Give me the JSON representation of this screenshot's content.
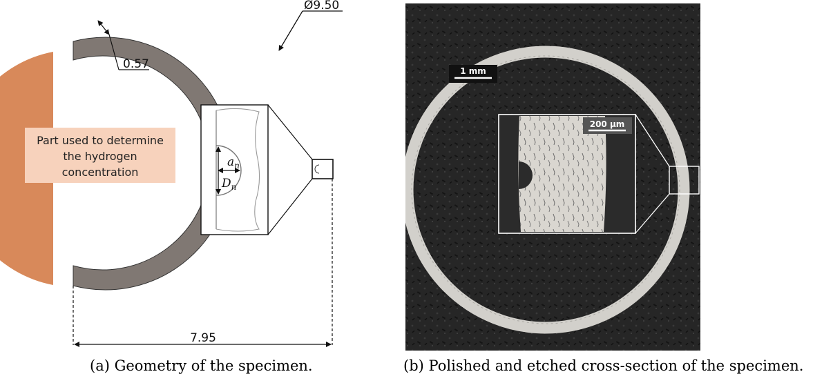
{
  "panel_a": {
    "dim_outer_diameter": "Ø9.50",
    "dim_wall_thickness": "0.57",
    "dim_width": "7.95",
    "part_label_lines": [
      "Part used to determine",
      "the hydrogen",
      "concentration"
    ],
    "notch_depth_symbol": "a",
    "notch_depth_sub": "n",
    "notch_width_symbol": "D",
    "notch_width_sub": "n",
    "caption": "(a) Geometry of the specimen.",
    "colors": {
      "ring": "#807873",
      "hydrogen_part": "#d8895a",
      "label_box": "#f7d2bc"
    }
  },
  "panel_b": {
    "scale_bar_main": "1 mm",
    "scale_bar_inset": "200 µm",
    "caption": "(b) Polished and etched cross-section of the specimen.",
    "colors": {
      "background": "#262626",
      "ring": "#d2d0cb"
    }
  }
}
